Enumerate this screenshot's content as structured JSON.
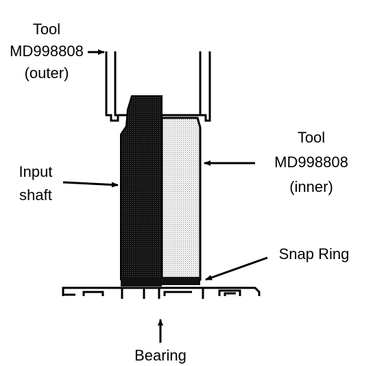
{
  "labels": {
    "tool_outer": {
      "line1": "Tool",
      "line2": "MD998808",
      "line3": "(outer)"
    },
    "tool_inner": {
      "line1": "Tool",
      "line2": "MD998808",
      "line3": "(inner)"
    },
    "input_shaft": {
      "line1": "Input",
      "line2": "shaft"
    },
    "snap_ring": "Snap Ring",
    "bearing": "Bearing"
  },
  "colors": {
    "ink": "#000000",
    "paper": "#ffffff",
    "shaft_dark": "#111111",
    "tool_light": "#d9d9d9"
  }
}
